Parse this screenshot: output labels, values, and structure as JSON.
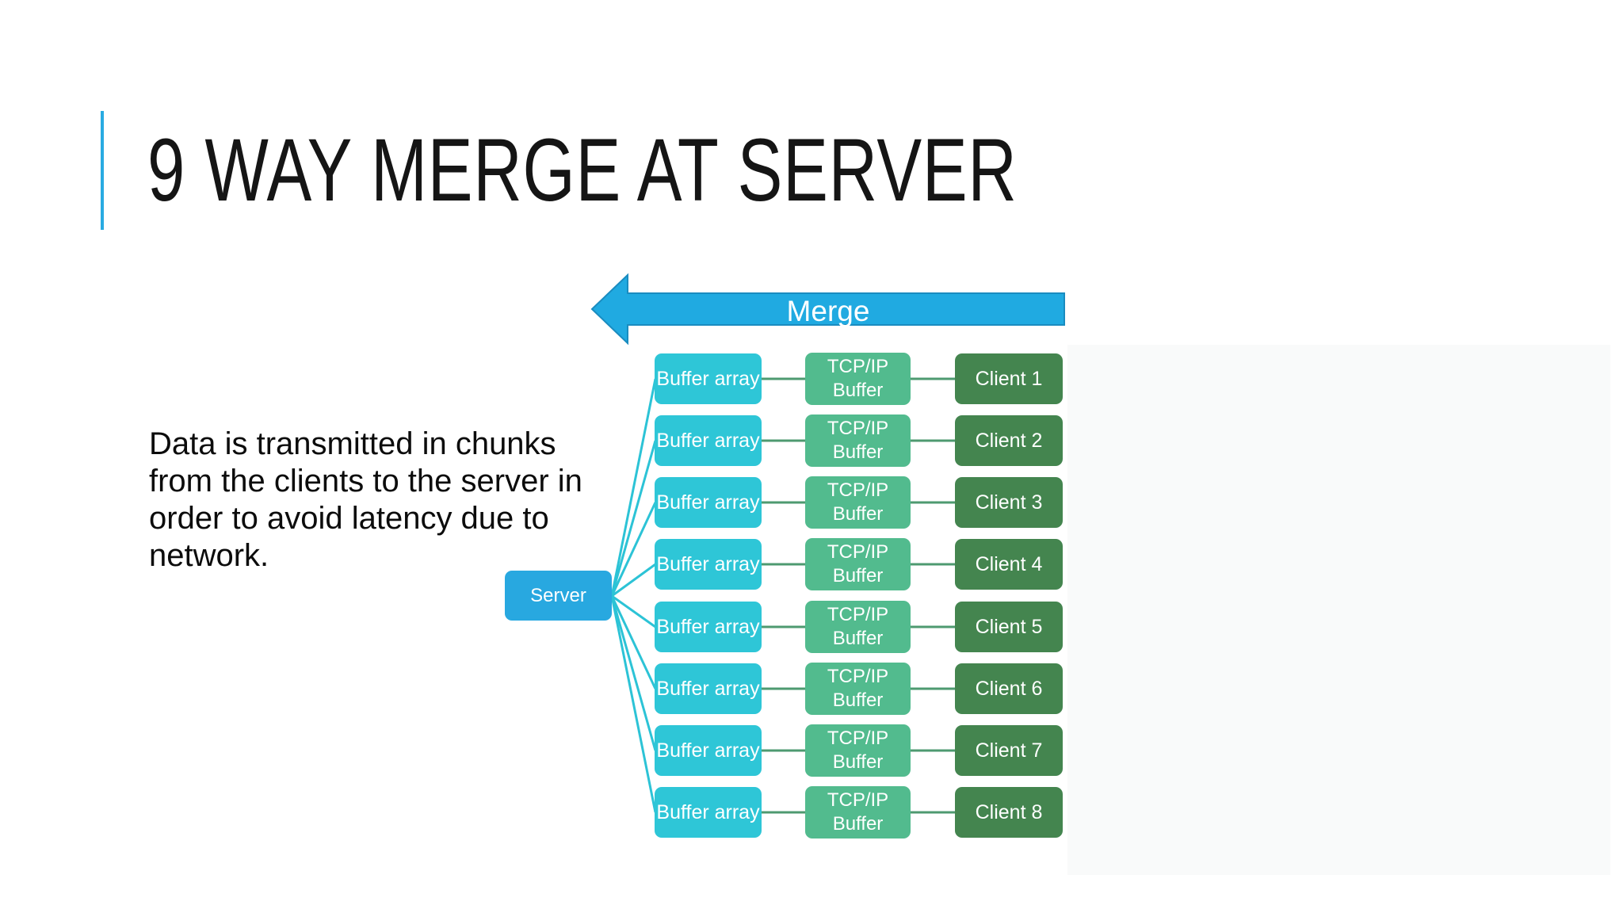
{
  "slide": {
    "title": "9 WAY MERGE AT SERVER",
    "body": {
      "lines": [
        "Data is transmitted in chunks",
        "from the clients to the server in",
        "order to avoid latency due to",
        "network."
      ]
    },
    "merge_arrow": {
      "label": "Merge"
    },
    "server": {
      "label": "Server"
    },
    "rows": [
      {
        "buffer": "Buffer array",
        "tcp_line1": "TCP/IP",
        "tcp_line2": "Buffer",
        "client": "Client 1"
      },
      {
        "buffer": "Buffer array",
        "tcp_line1": "TCP/IP",
        "tcp_line2": "Buffer",
        "client": "Client 2"
      },
      {
        "buffer": "Buffer array",
        "tcp_line1": "TCP/IP",
        "tcp_line2": "Buffer",
        "client": "Client 3"
      },
      {
        "buffer": "Buffer array",
        "tcp_line1": "TCP/IP",
        "tcp_line2": "Buffer",
        "client": "Client 4"
      },
      {
        "buffer": "Buffer array",
        "tcp_line1": "TCP/IP",
        "tcp_line2": "Buffer",
        "client": "Client 5"
      },
      {
        "buffer": "Buffer array",
        "tcp_line1": "TCP/IP",
        "tcp_line2": "Buffer",
        "client": "Client 6"
      },
      {
        "buffer": "Buffer array",
        "tcp_line1": "TCP/IP",
        "tcp_line2": "Buffer",
        "client": "Client 7"
      },
      {
        "buffer": "Buffer array",
        "tcp_line1": "TCP/IP",
        "tcp_line2": "Buffer",
        "client": "Client 8"
      }
    ],
    "colors": {
      "accent_blue": "#29abe2",
      "server_blue": "#28a8e0",
      "arrow_blue": "#20aae1",
      "arrow_border": "#1a8cc0",
      "buffer_cyan": "#2ec6d7",
      "tcp_green": "#52bb8e",
      "client_green": "#44854f",
      "cyan_line": "#2cc3d6",
      "green_line": "#4e9a70",
      "title_black": "#151515",
      "background": "#ffffff",
      "panel_gray": "#f9fafa"
    }
  }
}
